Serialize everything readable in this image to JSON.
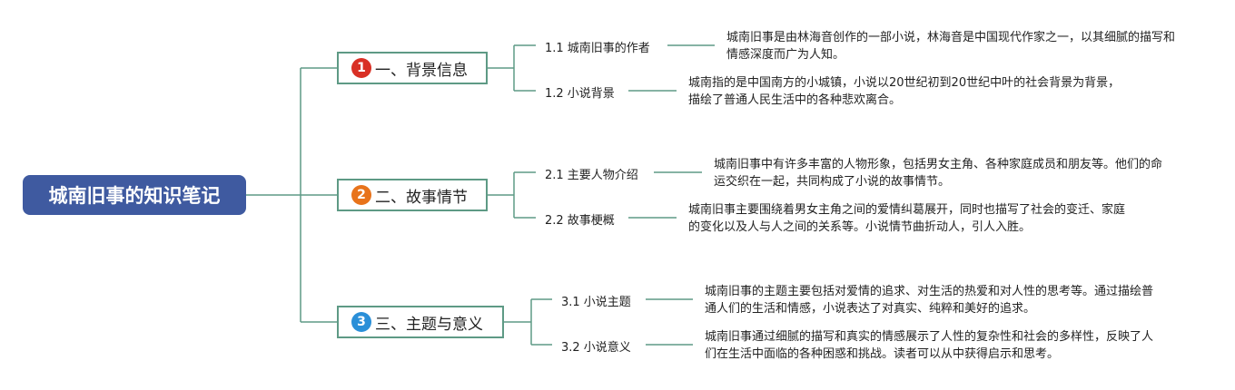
{
  "colors": {
    "root_bg": "#3f5aa0",
    "connector": "#5e9a85",
    "badge_1": "#d93025",
    "badge_2": "#e8731b",
    "badge_3": "#2a8fd8"
  },
  "root": {
    "title": "城南旧事的知识笔记"
  },
  "branches": [
    {
      "badge": "1",
      "label": "一、背景信息",
      "children": [
        {
          "label": "1.1 城南旧事的作者",
          "detail": "城南旧事是由林海音创作的一部小说，林海音是中国现代作家之一，以其细腻的描写和情感深度而广为人知。"
        },
        {
          "label": "1.2 小说背景",
          "detail": "城南指的是中国南方的小城镇，小说以20世纪初到20世纪中叶的社会背景为背景，描绘了普通人民生活中的各种悲欢离合。"
        }
      ]
    },
    {
      "badge": "2",
      "label": "二、故事情节",
      "children": [
        {
          "label": "2.1 主要人物介绍",
          "detail": "城南旧事中有许多丰富的人物形象，包括男女主角、各种家庭成员和朋友等。他们的命运交织在一起，共同构成了小说的故事情节。"
        },
        {
          "label": "2.2 故事梗概",
          "detail": "城南旧事主要围绕着男女主角之间的爱情纠葛展开，同时也描写了社会的变迁、家庭的变化以及人与人之间的关系等。小说情节曲折动人，引人入胜。"
        }
      ]
    },
    {
      "badge": "3",
      "label": "三、主题与意义",
      "children": [
        {
          "label": "3.1 小说主题",
          "detail": "城南旧事的主题主要包括对爱情的追求、对生活的热爱和对人性的思考等。通过描绘普通人们的生活和情感，小说表达了对真实、纯粹和美好的追求。"
        },
        {
          "label": "3.2 小说意义",
          "detail": "城南旧事通过细腻的描写和真实的情感展示了人性的复杂性和社会的多样性，反映了人们在生活中面临的各种困惑和挑战。读者可以从中获得启示和思考。"
        }
      ]
    }
  ]
}
